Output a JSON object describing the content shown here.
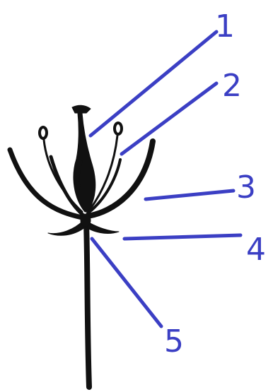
{
  "colors": {
    "ink": "#111111",
    "leader": "#3b3fc4",
    "background": "#ffffff"
  },
  "callouts": [
    {
      "number": "1"
    },
    {
      "number": "2"
    },
    {
      "number": "3"
    },
    {
      "number": "4"
    },
    {
      "number": "5"
    }
  ]
}
